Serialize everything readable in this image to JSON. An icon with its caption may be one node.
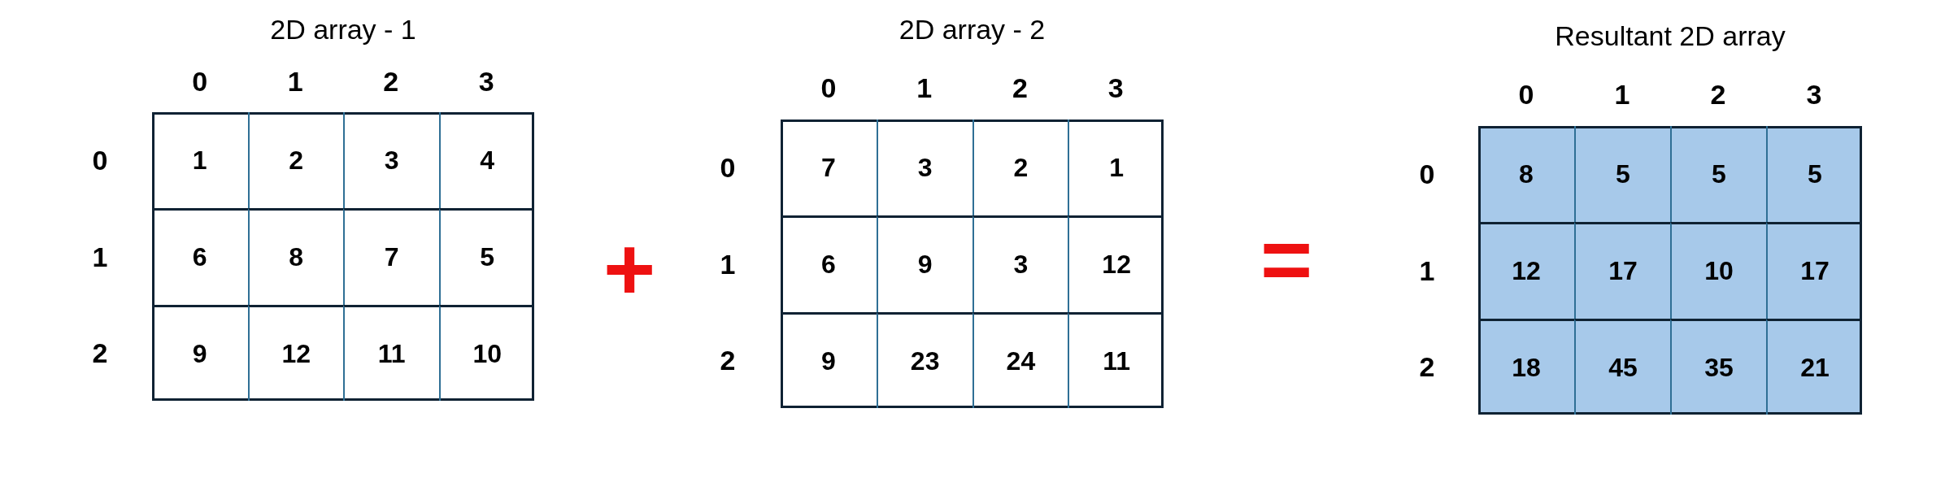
{
  "diagram": {
    "labels": [
      "2D array - 1",
      "0",
      "1",
      "2",
      "3",
      "0",
      "1",
      "2",
      "3",
      "4",
      "1",
      "6",
      "8",
      "7",
      "5",
      "2",
      "9",
      "12",
      "11",
      "10",
      "+",
      "2D array - 2",
      "0",
      "1",
      "2",
      "3",
      "0",
      "7",
      "3",
      "2",
      "1",
      "1",
      "6",
      "9",
      "3",
      "12",
      "2",
      "9",
      "23",
      "24",
      "11",
      "=",
      "Resultant 2D array",
      "0",
      "1",
      "2",
      "3",
      "0",
      "8",
      "5",
      "5",
      "5",
      "1",
      "12",
      "17",
      "10",
      "17",
      "2",
      "18",
      "45",
      "35",
      "21"
    ]
  }
}
